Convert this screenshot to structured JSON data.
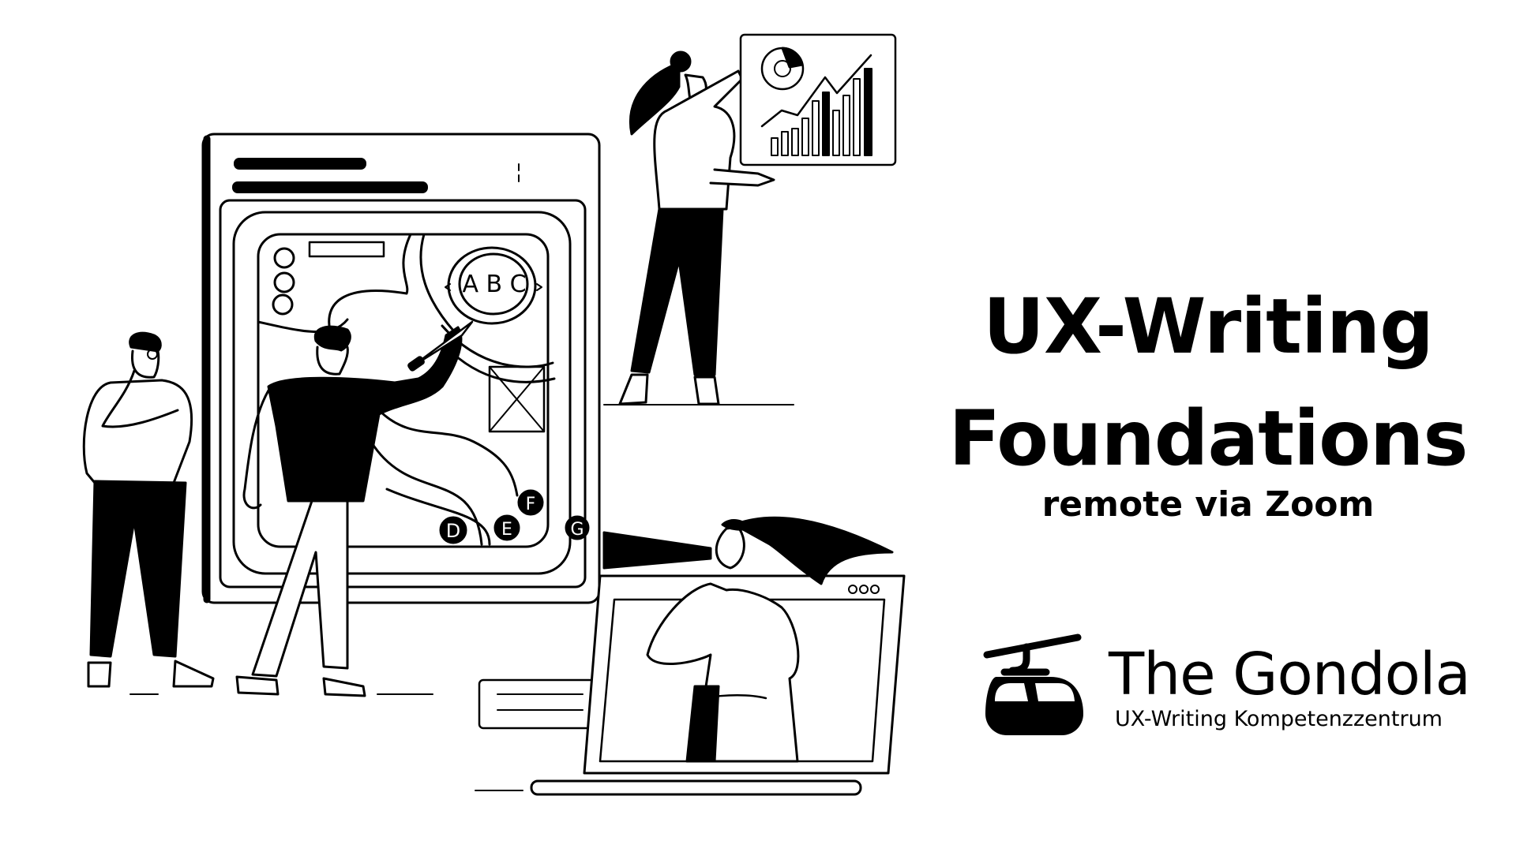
{
  "headline": {
    "line1": "UX-Writing",
    "line2": "Foundations",
    "subtitle": "remote via Zoom"
  },
  "logo": {
    "name": "The Gondola",
    "tagline": "UX-Writing Kompetenzzentrum",
    "icon": "gondola-icon"
  },
  "illustration": {
    "abc_label": "A B C",
    "markers": [
      "D",
      "E",
      "F",
      "G"
    ]
  },
  "colors": {
    "ink": "#000000",
    "background": "#ffffff"
  }
}
